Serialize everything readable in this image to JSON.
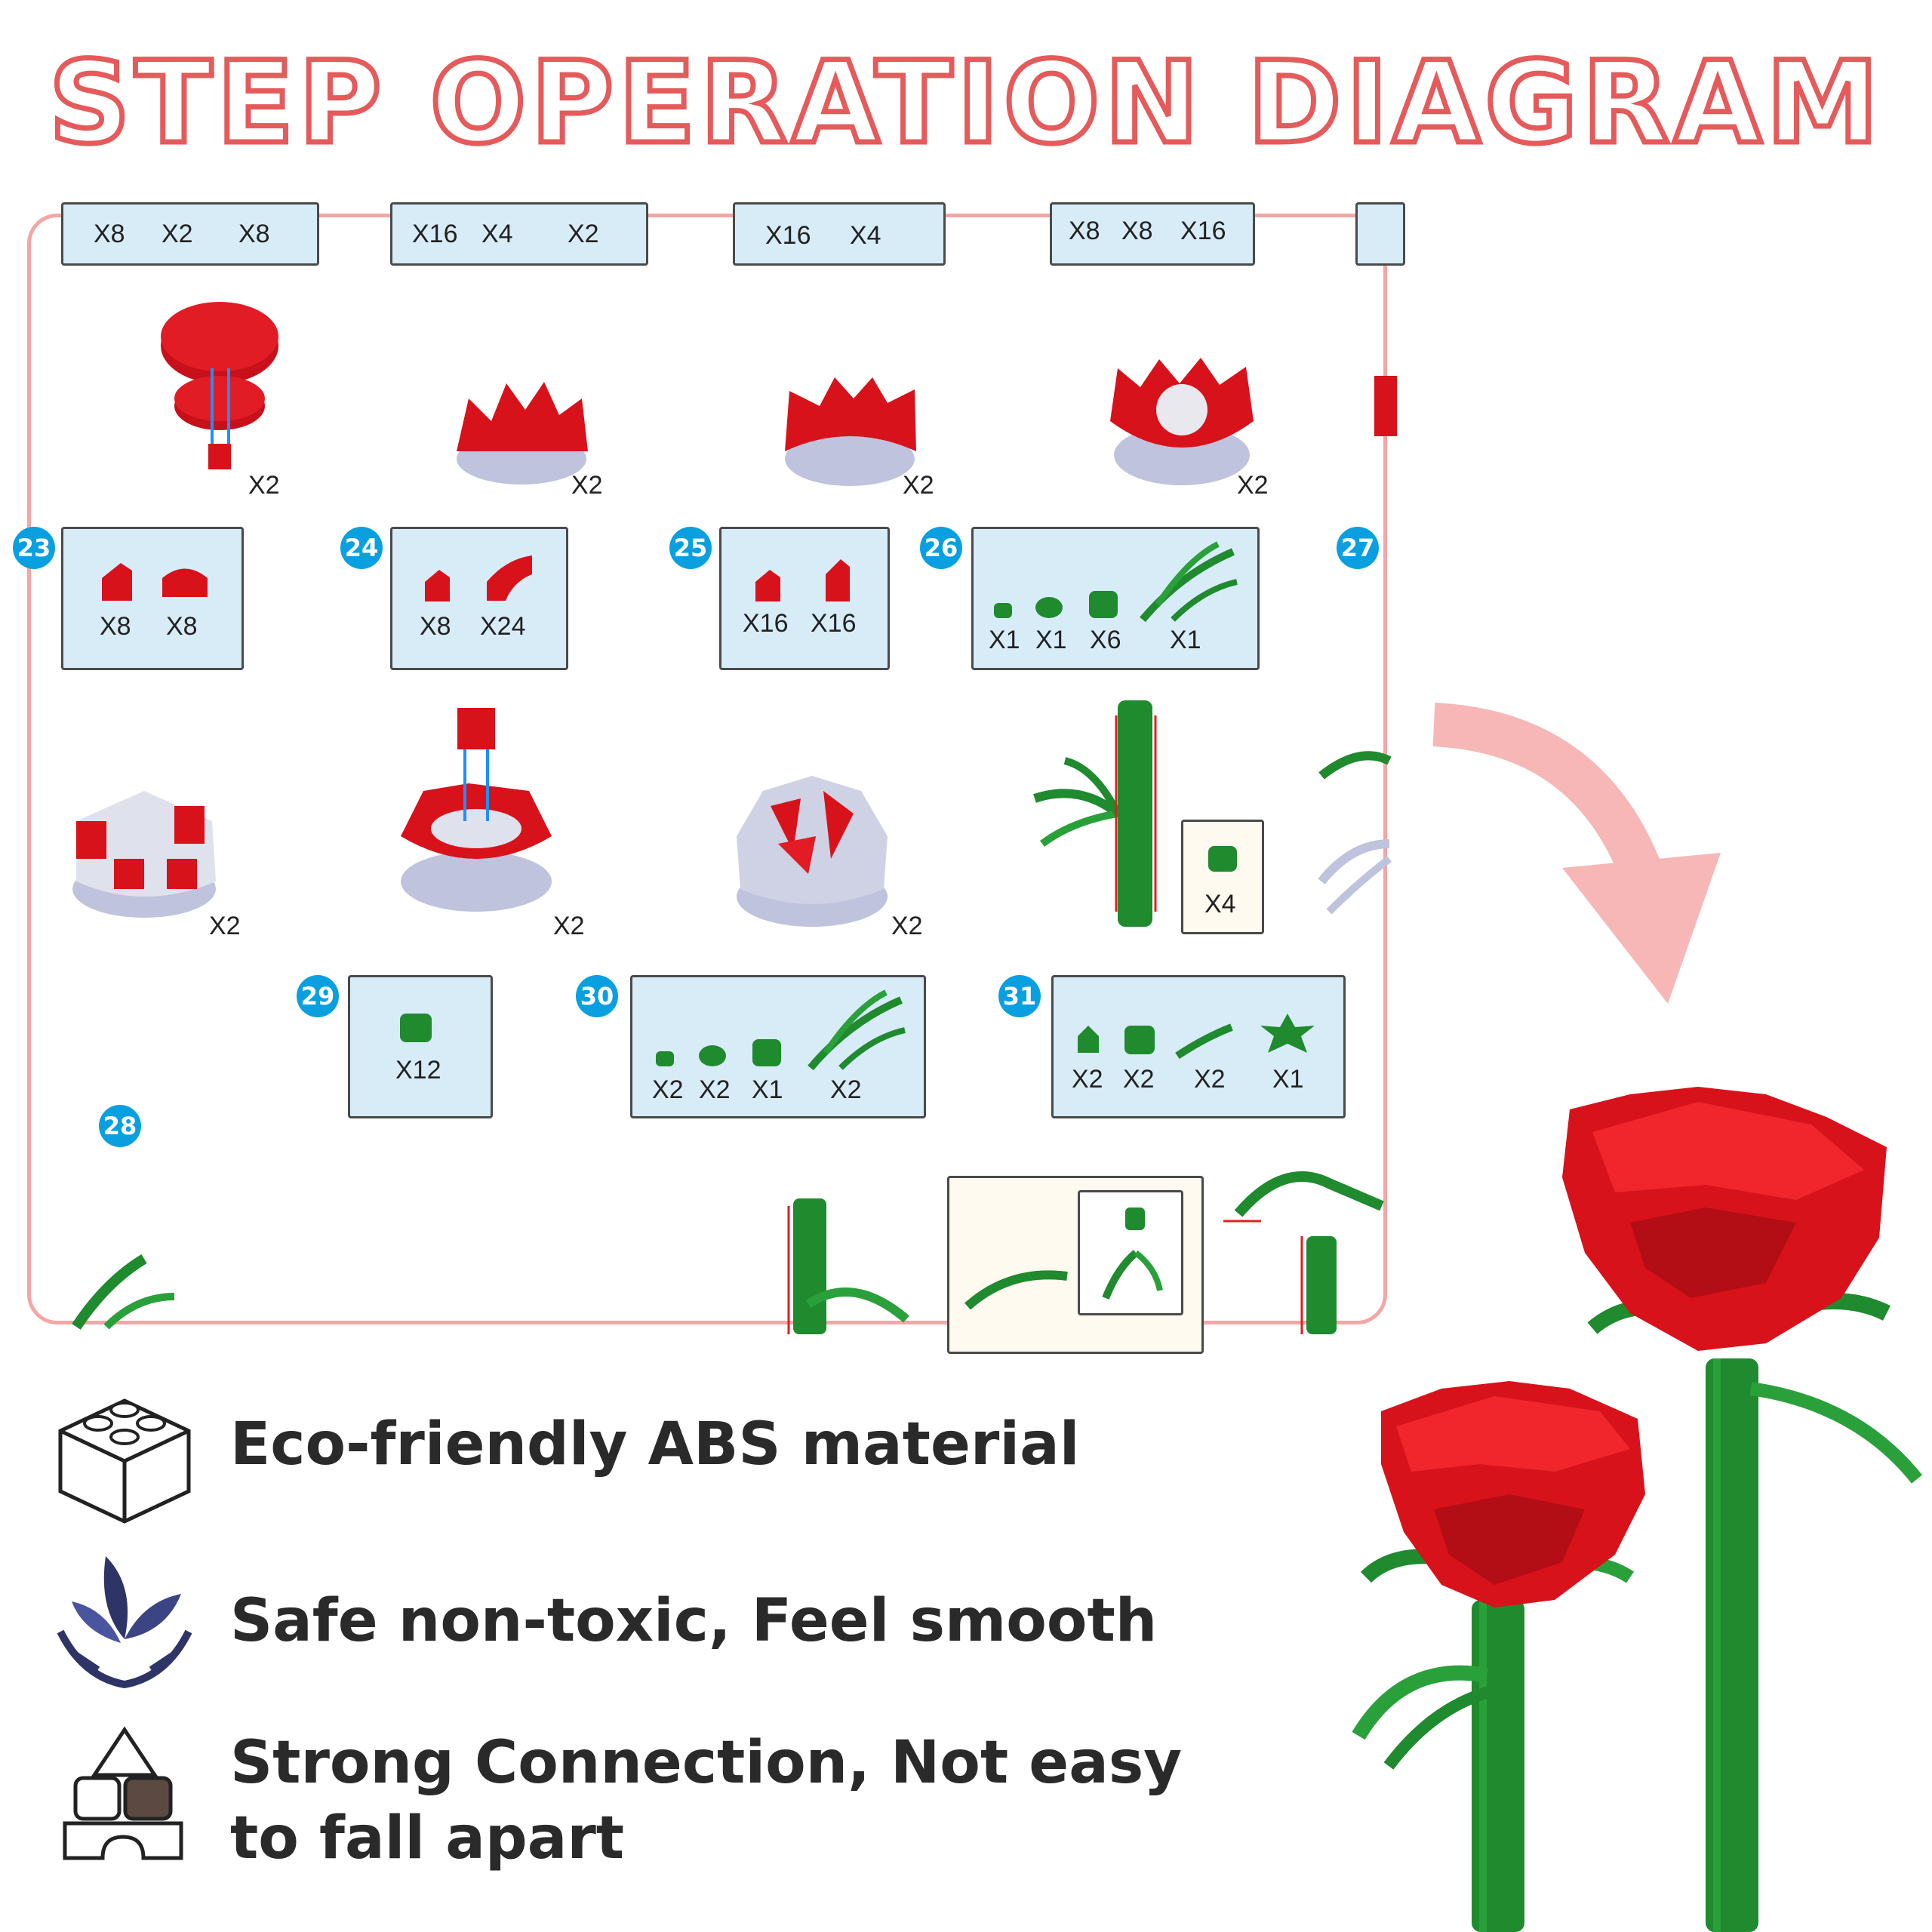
{
  "title": "STEP OPERATION DIAGRAM",
  "diagram": {
    "top_boxes": [
      {
        "counts": [
          "X8",
          "X2",
          "X8"
        ]
      },
      {
        "counts": [
          "X16",
          "X4",
          "X2"
        ]
      },
      {
        "counts": [
          "X16",
          "X4"
        ]
      },
      {
        "counts": [
          "X8",
          "X8",
          "X16"
        ]
      }
    ],
    "row1_multipliers": [
      "X2",
      "X2",
      "X2",
      "X2"
    ],
    "step_badges": [
      "23",
      "24",
      "25",
      "26",
      "27",
      "28",
      "29",
      "30",
      "31"
    ],
    "boxes": [
      {
        "step": "23",
        "counts": [
          "X8",
          "X8"
        ]
      },
      {
        "step": "24",
        "counts": [
          "X8",
          "X24"
        ]
      },
      {
        "step": "25",
        "counts": [
          "X16",
          "X16"
        ]
      },
      {
        "step": "26",
        "counts": [
          "X1",
          "X1",
          "X6",
          "X1"
        ]
      },
      {
        "step": "29",
        "counts": [
          "X12"
        ]
      },
      {
        "step": "30",
        "counts": [
          "X2",
          "X2",
          "X1",
          "X2"
        ]
      },
      {
        "step": "31",
        "counts": [
          "X2",
          "X2",
          "X2",
          "X1"
        ]
      }
    ],
    "row2_multipliers": [
      "X2",
      "X2",
      "X2"
    ],
    "stem_part_count": "X4"
  },
  "features": [
    {
      "icon": "brick-icon",
      "text": "Eco-friendly ABS material"
    },
    {
      "icon": "leaf-hands-icon",
      "text": "Safe non-toxic, Feel smooth"
    },
    {
      "icon": "stacked-blocks-icon",
      "text_line1": "Strong Connection, Not easy",
      "text_line2": "to fall apart"
    }
  ],
  "colors": {
    "title_stroke": "#e55a5a",
    "panel_border": "#f4a6a6",
    "box_fill": "#d8ecf8",
    "badge": "#0aa0e0",
    "brick_red": "#d8121b",
    "leaf_green": "#1f8a2e",
    "arrow_pink": "#f7b7b7"
  }
}
